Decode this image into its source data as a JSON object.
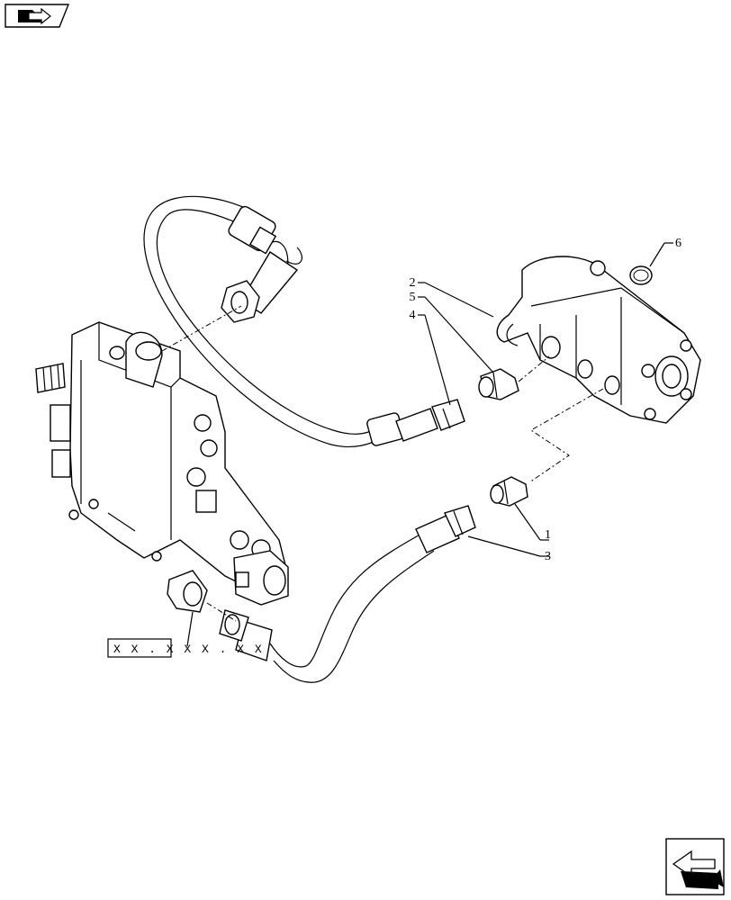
{
  "nav": {
    "prev_icon": "folder-arrow-icon",
    "next_icon": "return-arrow-icon"
  },
  "callouts": [
    {
      "id": "1",
      "label": "1"
    },
    {
      "id": "2",
      "label": "2"
    },
    {
      "id": "3",
      "label": "3"
    },
    {
      "id": "4",
      "label": "4"
    },
    {
      "id": "5",
      "label": "5"
    },
    {
      "id": "6",
      "label": "6"
    }
  ],
  "reference": {
    "label": "XX.XXX.XX"
  }
}
